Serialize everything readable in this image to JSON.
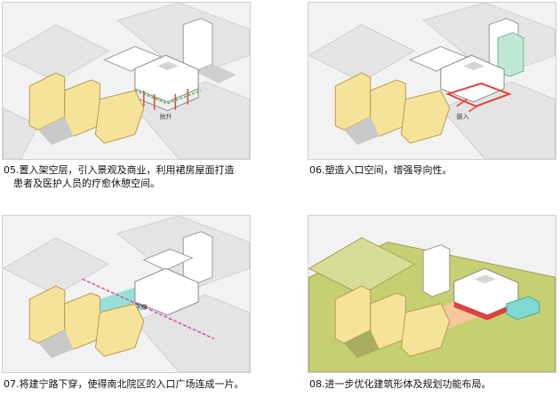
{
  "panels": [
    {
      "id": "05",
      "caption_lines": [
        "05.置入架空层，引入景观及商业，利用裙房屋面打造",
        "　患者及医护人员的疗愈休憩空间。"
      ],
      "label": "抬升"
    },
    {
      "id": "06",
      "caption_lines": [
        "06.塑造入口空间，增强导向性。"
      ],
      "label": "嵌入"
    },
    {
      "id": "07",
      "caption_lines": [
        "07.将建宁路下穿，使得南北院区的入口广场连成一片。"
      ],
      "label": "下穿"
    },
    {
      "id": "08",
      "caption_lines": [
        "08.进一步优化建筑形体及规划功能布局。"
      ],
      "label": ""
    }
  ],
  "colors": {
    "road": "#f4f4f4",
    "block": "#e2e2e2",
    "building_yellow": "#f6e39a",
    "building_yellow_side": "#d9bf6a",
    "building_white": "#ffffff",
    "building_shadow": "#c9c9c9",
    "green_site": "#c7cf73",
    "red_accent": "#e0413c",
    "cyan_plaza": "#7fd9d1",
    "magenta_line": "#d24ba8",
    "arrow_red": "#d94a36",
    "green_dash": "#4caf50",
    "orange_plaza": "#f6c79a"
  }
}
